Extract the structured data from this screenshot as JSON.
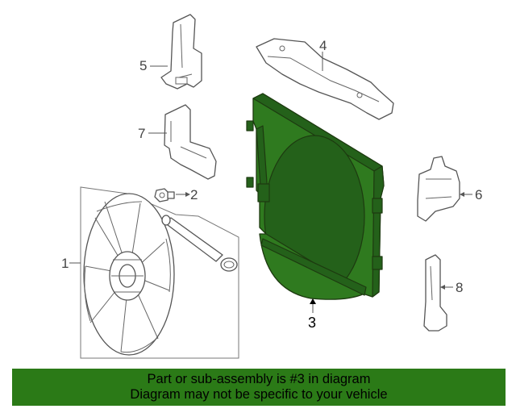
{
  "diagram": {
    "callouts": {
      "c1": "1",
      "c2": "2",
      "c3": "3",
      "c4": "4",
      "c5": "5",
      "c6": "6",
      "c7": "7",
      "c8": "8"
    },
    "highlighted_part": "3",
    "highlight_color": "#2f7a1f"
  },
  "banner": {
    "line1": "Part or sub-assembly is #3 in diagram",
    "line2": "Diagram may not be specific to your vehicle",
    "background": "#2b7a17"
  }
}
